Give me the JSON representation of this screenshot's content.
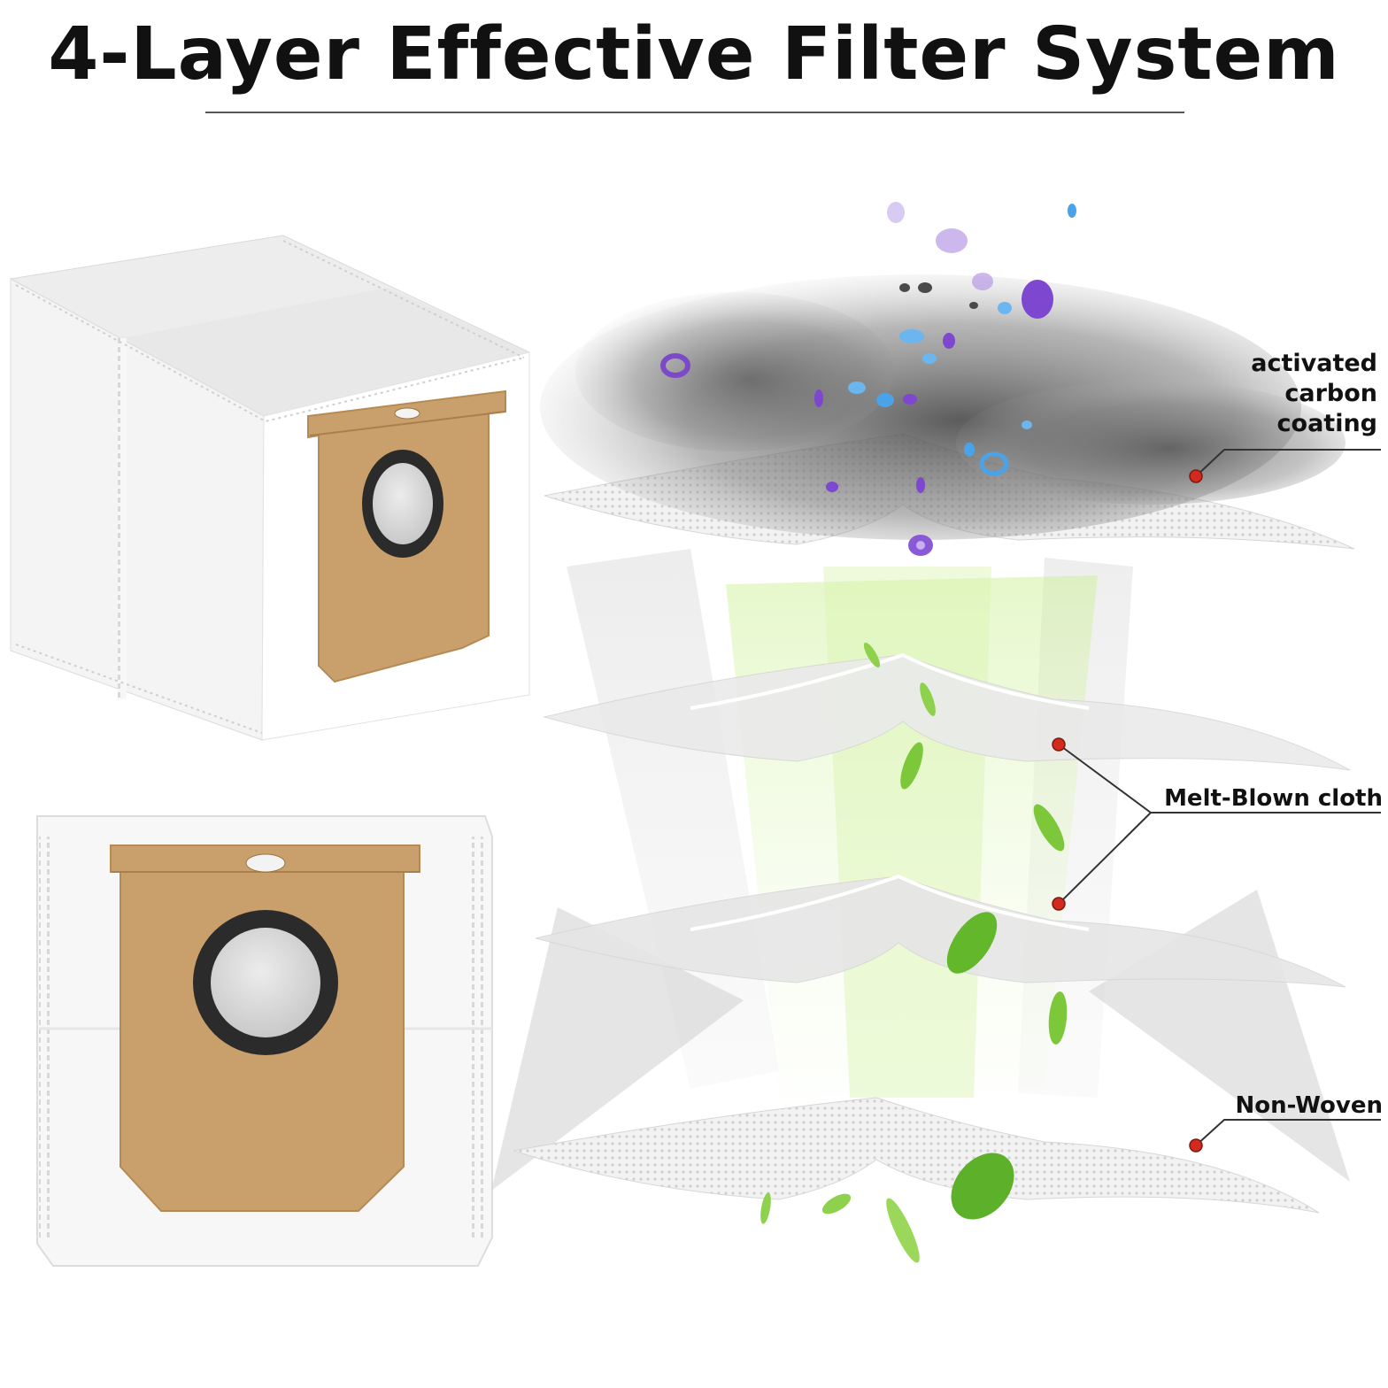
{
  "header": {
    "title": "4-Layer Effective Filter System"
  },
  "callouts": {
    "carbon_lines": [
      "activated",
      "carbon",
      "coating"
    ],
    "melt_blown": "Melt-Blown cloth",
    "non_woven": "Non-Woven"
  },
  "colors": {
    "kraft_card": "#c9a06b",
    "seal_ring": "#2b2b2b",
    "marker_dot": "#d42a1e",
    "airflow_green": "#a6e36b",
    "dust": "#5a5a5a",
    "particles_purple": "#8a5ad6",
    "particles_blue": "#4aa3e8"
  }
}
